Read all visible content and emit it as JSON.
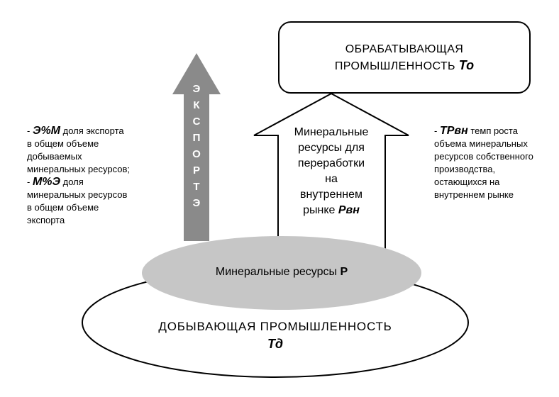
{
  "top_box": {
    "line1": "ОБРАБАТЫВАЮЩАЯ",
    "line2": "ПРОМЫШЛЕННОСТЬ",
    "term": "То"
  },
  "export_arrow": {
    "letters": [
      "Э",
      "К",
      "С",
      "П",
      "О",
      "Р",
      "Т",
      "Э"
    ]
  },
  "white_arrow": {
    "lines": [
      "Минеральные",
      "ресурсы для",
      "переработки",
      "на",
      "внутреннем"
    ],
    "last_prefix": "рынке ",
    "term": "Рвн"
  },
  "left_note": {
    "dash1": "- ",
    "term1": "Э%М",
    "after1": " доля экспорта",
    "lines1": [
      "в общем объеме",
      "добываемых",
      "минеральных ресурсов;"
    ],
    "dash2": "- ",
    "term2": "М%Э",
    "after2": " доля",
    "lines2": [
      "минеральных ресурсов",
      "в общем объеме",
      "экспорта"
    ]
  },
  "right_note": {
    "dash": "- ",
    "term": "ТРвн",
    "after": " темп роста",
    "lines": [
      "объема минеральных",
      "ресурсов собственного",
      "производства,",
      "остающихся на",
      "внутреннем рынке"
    ]
  },
  "gray_ellipse": {
    "text": "Минеральные ресурсы ",
    "term": "Р"
  },
  "bottom_ellipse": {
    "line1": "ДОБЫВАЮЩАЯ ПРОМЫШЛЕННОСТЬ",
    "term": "Тд"
  },
  "colors": {
    "export_arrow": "#8a8a8a",
    "resources_ellipse": "#c6c6c6",
    "outline": "#000000",
    "background": "#ffffff"
  }
}
